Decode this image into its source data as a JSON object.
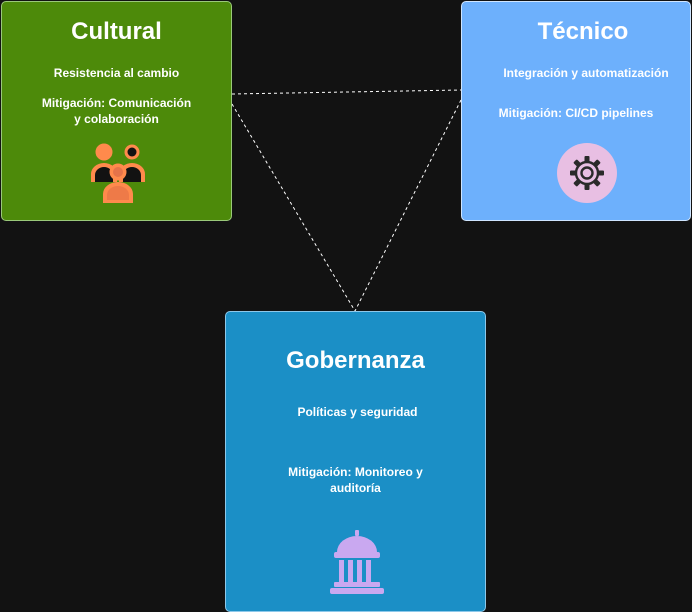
{
  "cards": {
    "cultural": {
      "title": "Cultural",
      "challenge": "Resistencia al cambio",
      "mitigation": "Mitigación: Comunicación y colaboración",
      "icon": "people-group-icon",
      "color": "#4d8a0a"
    },
    "tecnico": {
      "title": "Técnico",
      "challenge": "Integración y automatización",
      "mitigation": "Mitigación: CI/CD pipelines",
      "icon": "gear-icon",
      "color": "#6db0fc"
    },
    "gobernanza": {
      "title": "Gobernanza",
      "challenge": "Políticas y seguridad",
      "mitigation": "Mitigación: Monitoreo y auditoría",
      "icon": "government-building-icon",
      "color": "#1b8fc6"
    }
  },
  "connectors": [
    {
      "from": "cultural",
      "to": "tecnico",
      "style": "dashed"
    },
    {
      "from": "cultural",
      "to": "gobernanza",
      "style": "dashed"
    },
    {
      "from": "tecnico",
      "to": "gobernanza",
      "style": "dashed"
    }
  ]
}
